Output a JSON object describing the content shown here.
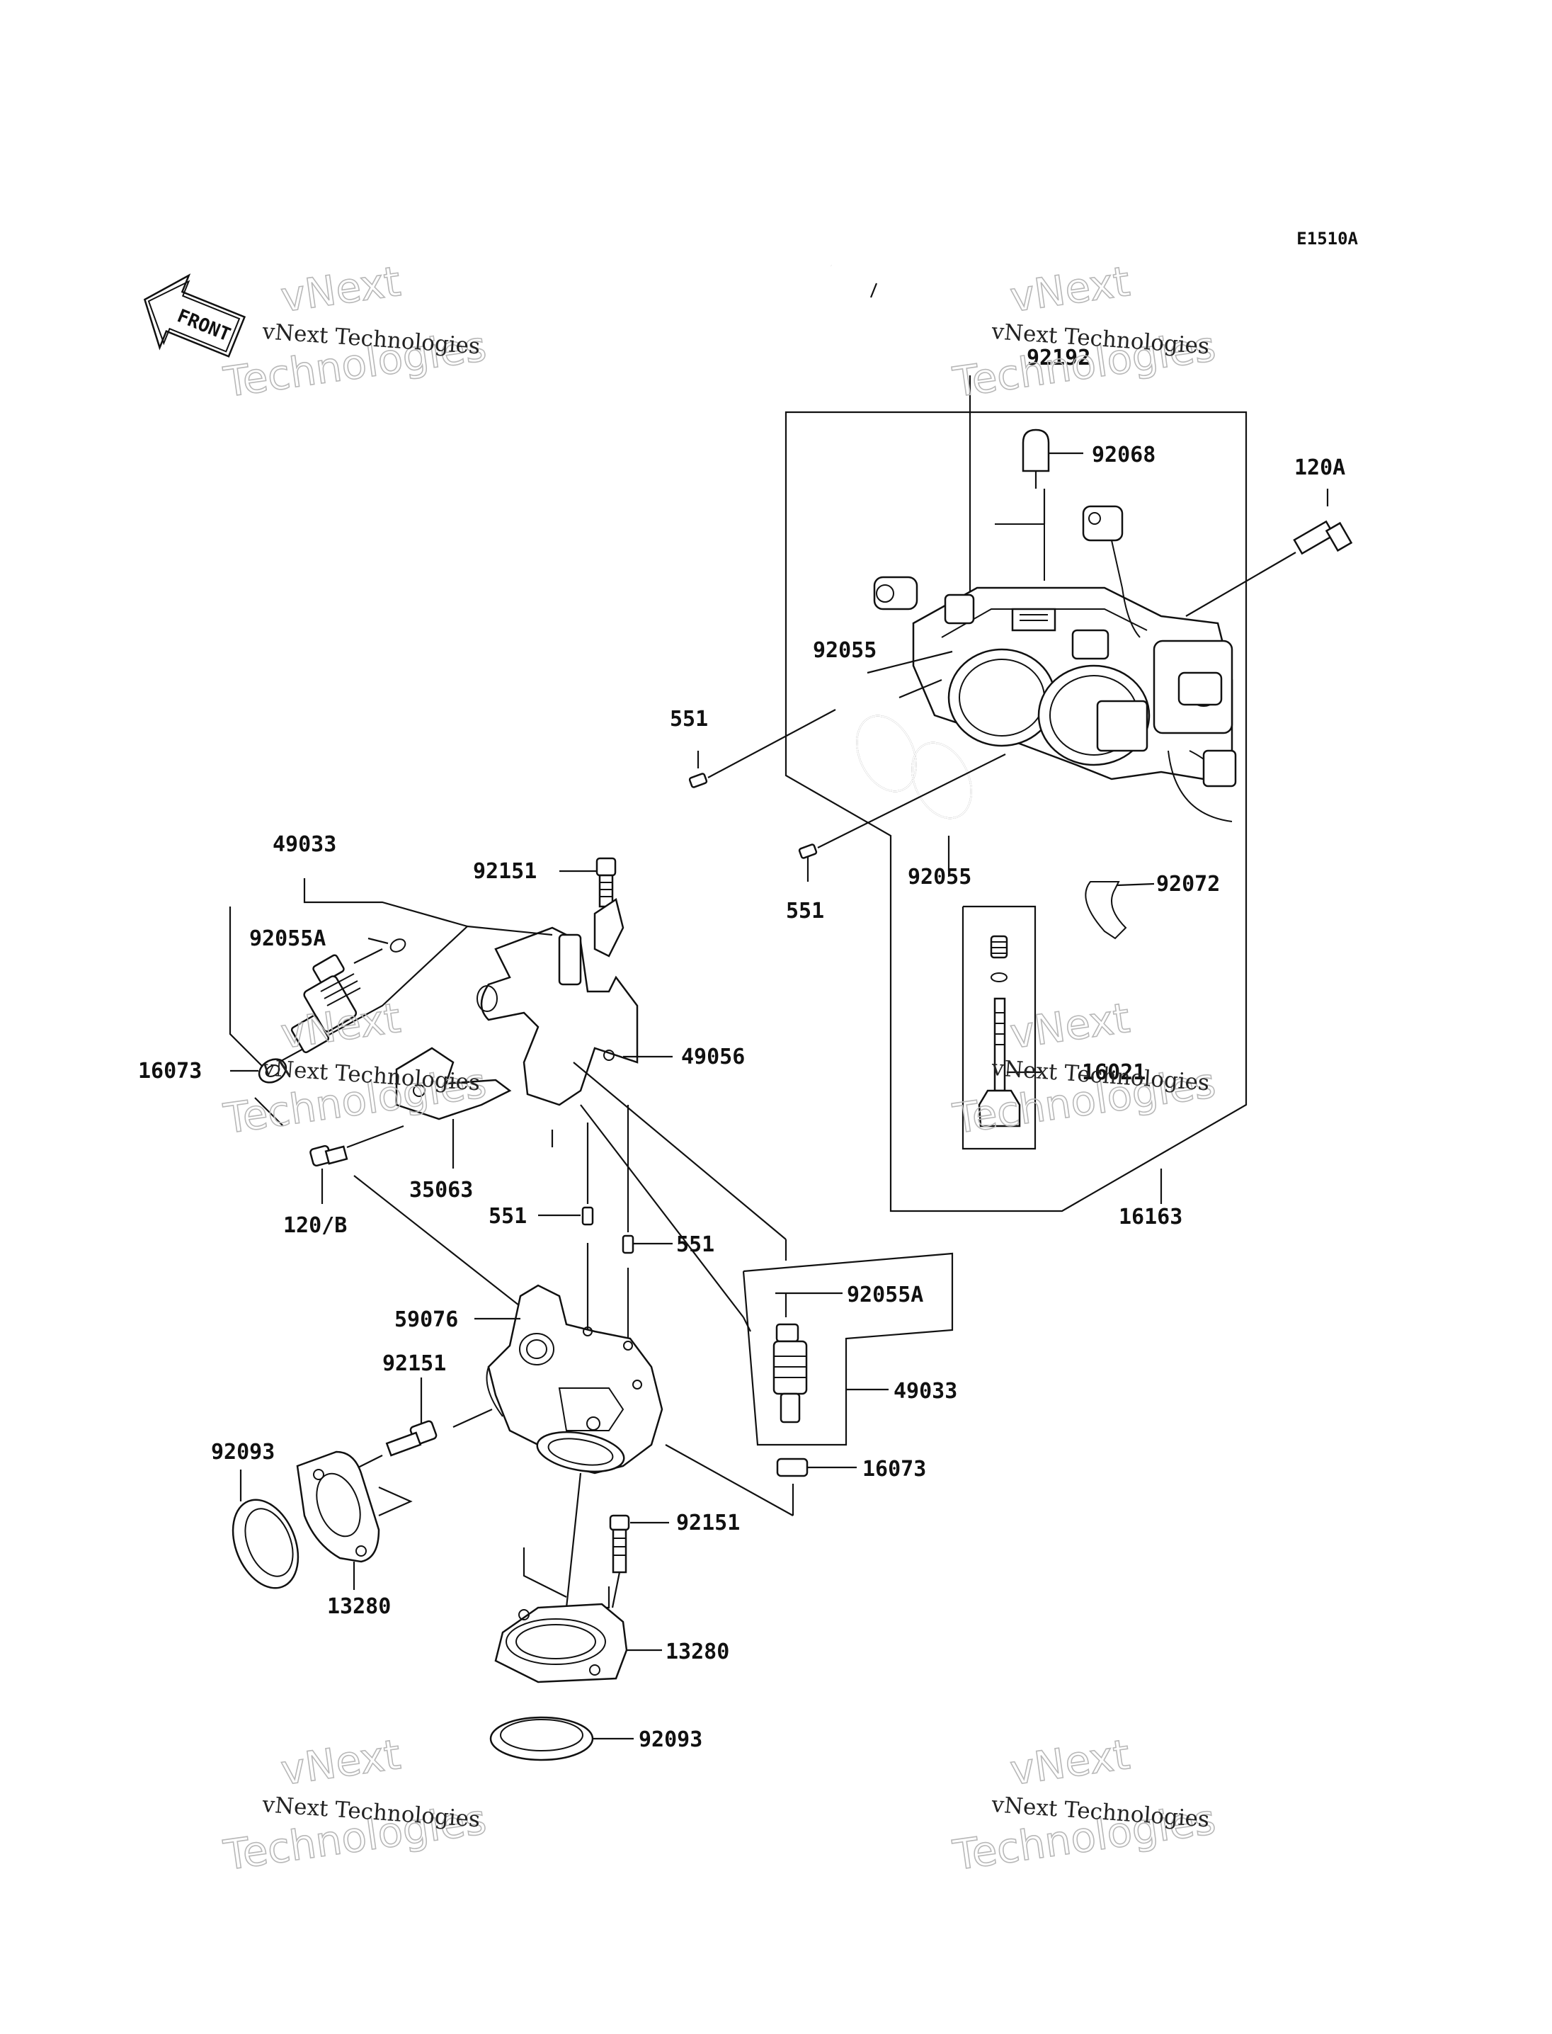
{
  "diagram_code": "E1510A",
  "front_marker": "FRONT",
  "watermark": {
    "line1": "vNext Technologies",
    "line2": "vNext",
    "line3": "Technologies"
  },
  "part_labels": [
    "92192",
    "92068",
    "120A",
    "92055",
    "551",
    "92055",
    "551",
    "92072",
    "16021",
    "16163",
    "49033",
    "92151",
    "92055A",
    "16073",
    "49056",
    "35063",
    "120/B",
    "551",
    "551",
    "59076",
    "92151",
    "92093",
    "13280",
    "92055A",
    "49033",
    "16073",
    "92151",
    "13280",
    "92093"
  ],
  "colors": {
    "line": "#111111",
    "watermark": "#b8b8b8",
    "background": "#ffffff"
  }
}
